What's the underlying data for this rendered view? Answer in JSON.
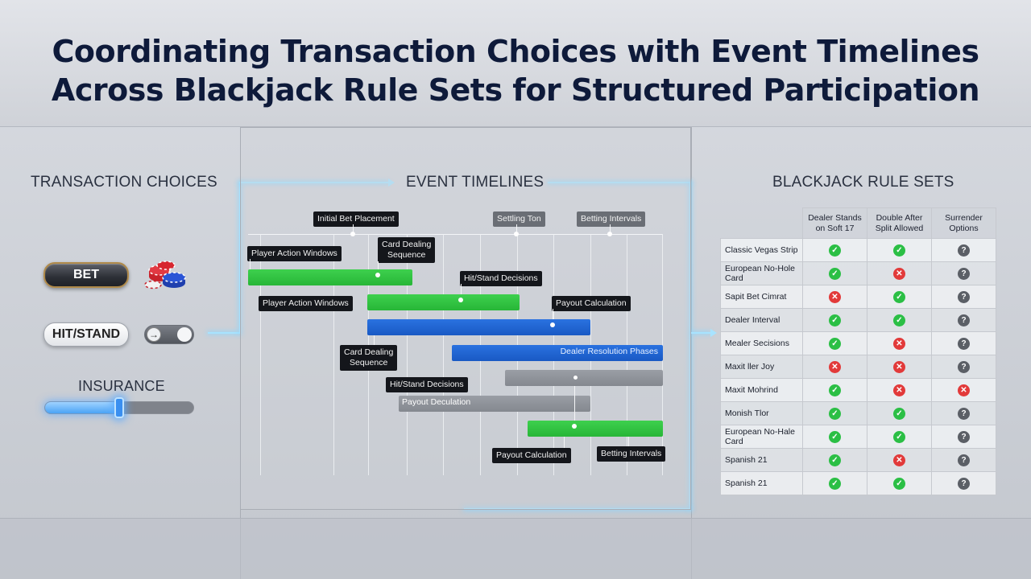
{
  "title_line1": "Coordinating Transaction Choices with Event Timelines",
  "title_line2": "Across Blackjack Rule Sets for Structured Participation",
  "left": {
    "heading": "TRANSACTION CHOICES",
    "bet_label": "BET",
    "hit_stand_label": "HIT/STAND",
    "toggle_glyph": "→",
    "insurance_label": "INSURANCE",
    "insurance_level_pct": 50
  },
  "timeline": {
    "heading": "EVENT TIMELINES",
    "labels": {
      "initial_bet": "Initial Bet Placement",
      "settling": "Settling Ton",
      "betting_intervals_top": "Betting Intervals",
      "player_action_1": "Player Action Windows",
      "card_dealing_1_a": "Card Dealing",
      "card_dealing_1_b": "Sequence",
      "hit_stand_1": "Hit/Stand Decisions",
      "player_action_2": "Player Action Windows",
      "payout_1": "Payout Calculation",
      "card_dealing_2_a": "Card Dealing",
      "card_dealing_2_b": "Sequence",
      "dealer_resolution": "Dealer Resolution Phases",
      "hit_stand_2": "Hit/Stand Decisions",
      "payout_deculation": "Payout Deculation",
      "payout_2": "Payout Calculation",
      "betting_intervals_bottom": "Betting Intervals"
    }
  },
  "rules": {
    "heading": "BLACKJACK RULE SETS",
    "columns": [
      "Dealer Stands on Soft 17",
      "Double After Split Allowed",
      "Surrender Options"
    ],
    "rows": [
      {
        "name": "Classic Vegas Strip",
        "v": [
          "check",
          "check",
          "question"
        ]
      },
      {
        "name": "European No-Hole Card",
        "v": [
          "check",
          "cross",
          "question"
        ]
      },
      {
        "name": "Sapit Bet Cimrat",
        "v": [
          "cross",
          "check",
          "question"
        ]
      },
      {
        "name": "Dealer Interval",
        "v": [
          "check",
          "check",
          "question"
        ]
      },
      {
        "name": "Mealer Secisions",
        "v": [
          "check",
          "cross",
          "question"
        ]
      },
      {
        "name": "Maxit ller Joy",
        "v": [
          "cross",
          "cross",
          "question"
        ]
      },
      {
        "name": "Maxit Mohrind",
        "v": [
          "check",
          "cross",
          "cross"
        ]
      },
      {
        "name": "Monish Tlor",
        "v": [
          "check",
          "check",
          "question"
        ]
      },
      {
        "name": "European No-Hale Card",
        "v": [
          "check",
          "check",
          "question"
        ]
      },
      {
        "name": "Spanish 21",
        "v": [
          "check",
          "cross",
          "question"
        ]
      },
      {
        "name": "Spanish 21",
        "v": [
          "check",
          "check",
          "question"
        ]
      }
    ]
  },
  "icon_glyphs": {
    "check": "✓",
    "cross": "✕",
    "question": "?"
  }
}
